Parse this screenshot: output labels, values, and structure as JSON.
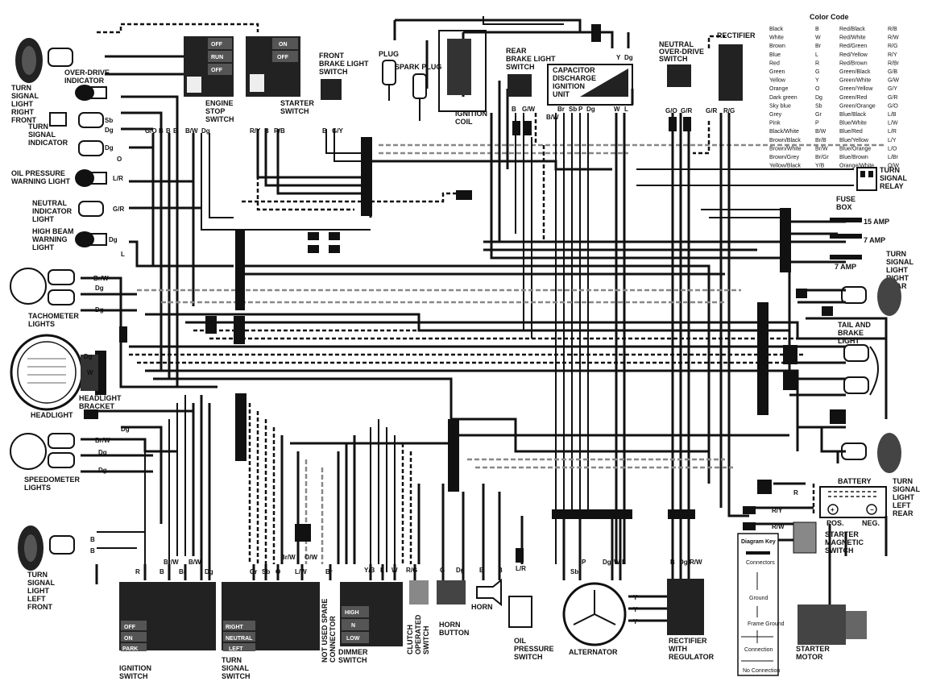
{
  "color_code": {
    "title": "Color Code",
    "left": [
      [
        "Black",
        "B"
      ],
      [
        "White",
        "W"
      ],
      [
        "Brown",
        "Br"
      ],
      [
        "Blue",
        "L"
      ],
      [
        "Red",
        "R"
      ],
      [
        "Green",
        "G"
      ],
      [
        "Yellow",
        "Y"
      ],
      [
        "Orange",
        "O"
      ],
      [
        "Dark green",
        "Dg"
      ],
      [
        "Sky blue",
        "Sb"
      ],
      [
        "Grey",
        "Gr"
      ],
      [
        "Pink",
        "P"
      ],
      [
        "Black/White",
        "B/W"
      ],
      [
        "Brown/Black",
        "Br/B"
      ],
      [
        "Brown/White",
        "Br/W"
      ],
      [
        "Brown/Grey",
        "Br/Gr"
      ],
      [
        "Yellow/Black",
        "Y/B"
      ]
    ],
    "right": [
      [
        "Red/Black",
        "R/B"
      ],
      [
        "Red/White",
        "R/W"
      ],
      [
        "Red/Green",
        "R/G"
      ],
      [
        "Red/Yellow",
        "R/Y"
      ],
      [
        "Red/Brown",
        "R/Br"
      ],
      [
        "Green/Black",
        "G/B"
      ],
      [
        "Green/White",
        "G/W"
      ],
      [
        "Green/Yellow",
        "G/Y"
      ],
      [
        "Green/Red",
        "G/R"
      ],
      [
        "Green/Orange",
        "G/O"
      ],
      [
        "Blue/Black",
        "L/B"
      ],
      [
        "Blue/White",
        "L/W"
      ],
      [
        "Blue/Red",
        "L/R"
      ],
      [
        "Blue/Yellow",
        "L/Y"
      ],
      [
        "Blue/Orange",
        "L/O"
      ],
      [
        "Blue/Brown",
        "L/Br"
      ],
      [
        "Orange/White",
        "O/W"
      ]
    ]
  },
  "components": {
    "turn_right_front": [
      "TURN",
      "SIGNAL",
      "LIGHT",
      "RIGHT",
      "FRONT"
    ],
    "overdrive_indicator": [
      "OVER-DRIVE",
      "INDICATOR"
    ],
    "turn_indicator": [
      "TURN",
      "SIGNAL",
      "INDICATOR"
    ],
    "oil_warning": [
      "OIL PRESSURE",
      "WARNING LIGHT"
    ],
    "neutral_indicator": [
      "NEUTRAL",
      "INDICATOR",
      "LIGHT"
    ],
    "high_beam": [
      "HIGH BEAM",
      "WARNING",
      "LIGHT"
    ],
    "tachometer": [
      "TACHOMETER",
      "LIGHTS"
    ],
    "headlight": "HEADLIGHT",
    "headlight_bracket": [
      "HEADLIGHT",
      "BRACKET"
    ],
    "speedometer": [
      "SPEEDOMETER",
      "LIGHTS"
    ],
    "turn_left_front": [
      "TURN",
      "SIGNAL",
      "LIGHT",
      "LEFT",
      "FRONT"
    ],
    "engine_stop": [
      "ENGINE",
      "STOP",
      "SWITCH"
    ],
    "engine_stop_pos": [
      "OFF",
      "RUN",
      "OFF"
    ],
    "starter_switch": [
      "STARTER",
      "SWITCH"
    ],
    "starter_pos": [
      "ON",
      "OFF"
    ],
    "front_brake": [
      "FRONT",
      "BRAKE LIGHT",
      "SWITCH"
    ],
    "plug": "PLUG",
    "spark_plug": "SPARK PLUG",
    "ignition_coil": [
      "IGNITION",
      "COIL"
    ],
    "rear_brake": [
      "REAR",
      "BRAKE LIGHT",
      "SWITCH"
    ],
    "cdi": [
      "CAPACITOR",
      "DISCHARGE",
      "IGNITION",
      "UNIT"
    ],
    "neutral_od": [
      "NEUTRAL",
      "OVER-DRIVE",
      "SWITCH"
    ],
    "rectifier": "RECTIFIER",
    "turn_relay": [
      "TURN",
      "SIGNAL",
      "RELAY"
    ],
    "fuse_box": [
      "FUSE",
      "BOX"
    ],
    "fuses": [
      "15 AMP",
      "7 AMP",
      "7 AMP"
    ],
    "turn_right_rear": [
      "TURN",
      "SIGNAL",
      "LIGHT",
      "RIGHT",
      "REAR"
    ],
    "tail_brake": [
      "TAIL AND",
      "BRAKE",
      "LIGHT"
    ],
    "turn_left_rear": [
      "TURN",
      "SIGNAL",
      "LIGHT",
      "LEFT",
      "REAR"
    ],
    "battery": "BATTERY",
    "pos": "POS.",
    "neg": "NEG.",
    "starter_magnetic": [
      "STARTER",
      "MAGNETIC",
      "SWITCH"
    ],
    "starter_motor": [
      "STARTER",
      "MOTOR"
    ],
    "rect_regulator": [
      "RECTIFIER",
      "WITH",
      "REGULATOR"
    ],
    "alternator": "ALTERNATOR",
    "oil_switch": [
      "OIL",
      "PRESSURE",
      "SWITCH"
    ],
    "horn": "HORN",
    "horn_button": [
      "HORN",
      "BUTTON"
    ],
    "clutch": [
      "CLUTCH",
      "OPERATED",
      "SWITCH"
    ],
    "dimmer": [
      "DIMMER",
      "SWITCH"
    ],
    "dimmer_pos": [
      "HIGH",
      "N",
      "LOW"
    ],
    "not_used": [
      "NOT USED SPARE",
      "CONNECTOR"
    ],
    "turn_switch": [
      "TURN",
      "SIGNAL",
      "SWITCH"
    ],
    "turn_switch_pos": [
      "RIGHT",
      "NEUTRAL",
      "LEFT"
    ],
    "ignition_switch": [
      "IGNITION",
      "SWITCH"
    ],
    "ignition_pos": [
      "OFF",
      "ON",
      "PARK"
    ]
  },
  "key": {
    "title": "Diagram Key",
    "items": [
      "Connectors",
      "Ground",
      "Frame Ground",
      "Connection",
      "No Connection"
    ]
  },
  "wire_labels": {
    "top_left_switches": [
      "G/O",
      "B",
      "B",
      "B",
      "B/W",
      "Dg",
      "R/Y",
      "B",
      "R/B",
      "B",
      "G/Y"
    ],
    "indicators": [
      "Sb",
      "Dg",
      "Dg",
      "O",
      "L/R",
      "G/R",
      "Dg",
      "L",
      "Br/W",
      "Dg",
      "Dg",
      "Dg",
      "W",
      "Dg",
      "Br/W",
      "Dg",
      "Dg",
      "B",
      "B"
    ],
    "top_right": [
      "B",
      "G/W",
      "B/W",
      "Br",
      "Sb",
      "P",
      "Dg",
      "W",
      "L",
      "Y",
      "Dg",
      "G/O",
      "G/R",
      "G/R",
      "R/G"
    ],
    "bottom": [
      "R",
      "B",
      "Br/W",
      "Br",
      "B/W",
      "Dg",
      "Gr",
      "Sb",
      "O",
      "L/W",
      "Br",
      "Br/W",
      "O/W",
      "Y/B",
      "L",
      "W",
      "R/G",
      "G",
      "Dg",
      "B",
      "B",
      "L/R",
      "Sb",
      "P",
      "Dg",
      "W",
      "L",
      "B",
      "Dg",
      "R/W",
      "Y",
      "Y",
      "Y",
      "R",
      "R/Y",
      "R/W"
    ]
  }
}
